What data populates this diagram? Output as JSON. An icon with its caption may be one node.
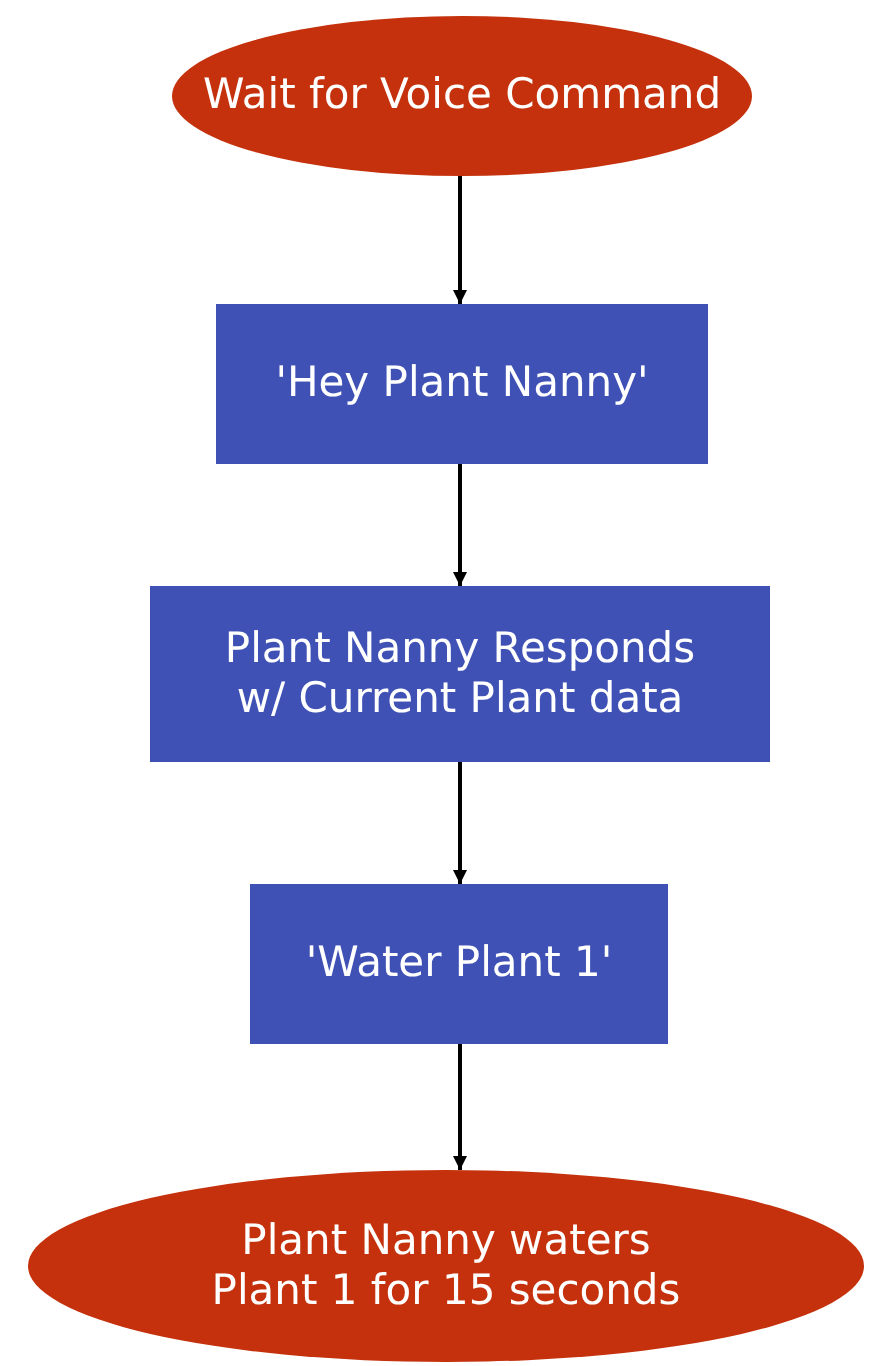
{
  "diagram": {
    "nodes": [
      {
        "text": [
          "Wait for Voice Command"
        ]
      },
      {
        "text": [
          "'Hey Plant Nanny'"
        ]
      },
      {
        "text": [
          "Plant Nanny Responds w/ Current Plant data"
        ]
      },
      {
        "text": [
          "'Water Plant 1'"
        ]
      },
      {
        "text": [
          "Plant Nanny waters Plant 1 for 15 seconds"
        ]
      }
    ],
    "edges": [
      {
        "from": 0,
        "to": 1,
        "arrow": "to"
      },
      {
        "from": 1,
        "to": 2,
        "arrow": "to"
      },
      {
        "from": 2,
        "to": 3,
        "arrow": "to"
      },
      {
        "from": 3,
        "to": 4,
        "arrow": "to"
      }
    ]
  }
}
